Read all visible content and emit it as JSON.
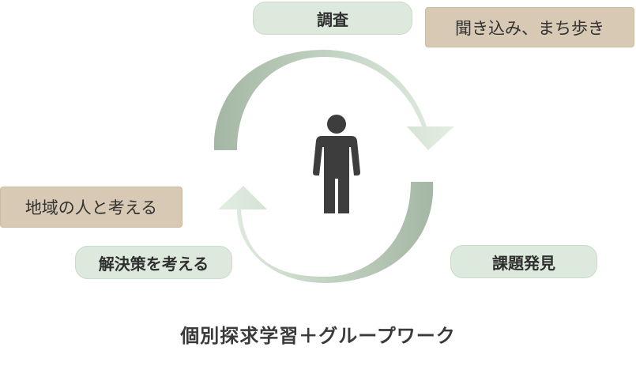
{
  "diagram": {
    "labels": {
      "survey": "調査",
      "issue_discovery": "課題発見",
      "solution": "解決策を考える"
    },
    "notes": {
      "interview": "聞き込み、まち歩き",
      "think_with_locals": "地域の人と考える"
    },
    "footer_title": "個別探求学習＋グループワーク",
    "icons": {
      "center": "person-icon",
      "cycle": "circular-arrows"
    },
    "colors": {
      "arrow_dark": "#a9bba9",
      "arrow_light": "#e2eee2",
      "pill_fill": "#dde9dd",
      "note_fill": "#d7c9b4",
      "person": "#3d3d3d"
    }
  }
}
